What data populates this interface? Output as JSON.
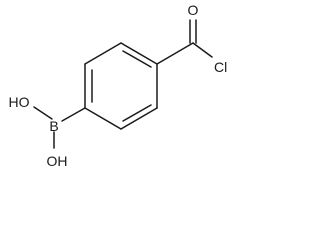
{
  "structure": {
    "atoms": {
      "oxygen_carbonyl": "O",
      "chlorine": "Cl",
      "boron": "B",
      "hydroxyl_upper": "HO",
      "hydroxyl_lower": "OH"
    }
  }
}
